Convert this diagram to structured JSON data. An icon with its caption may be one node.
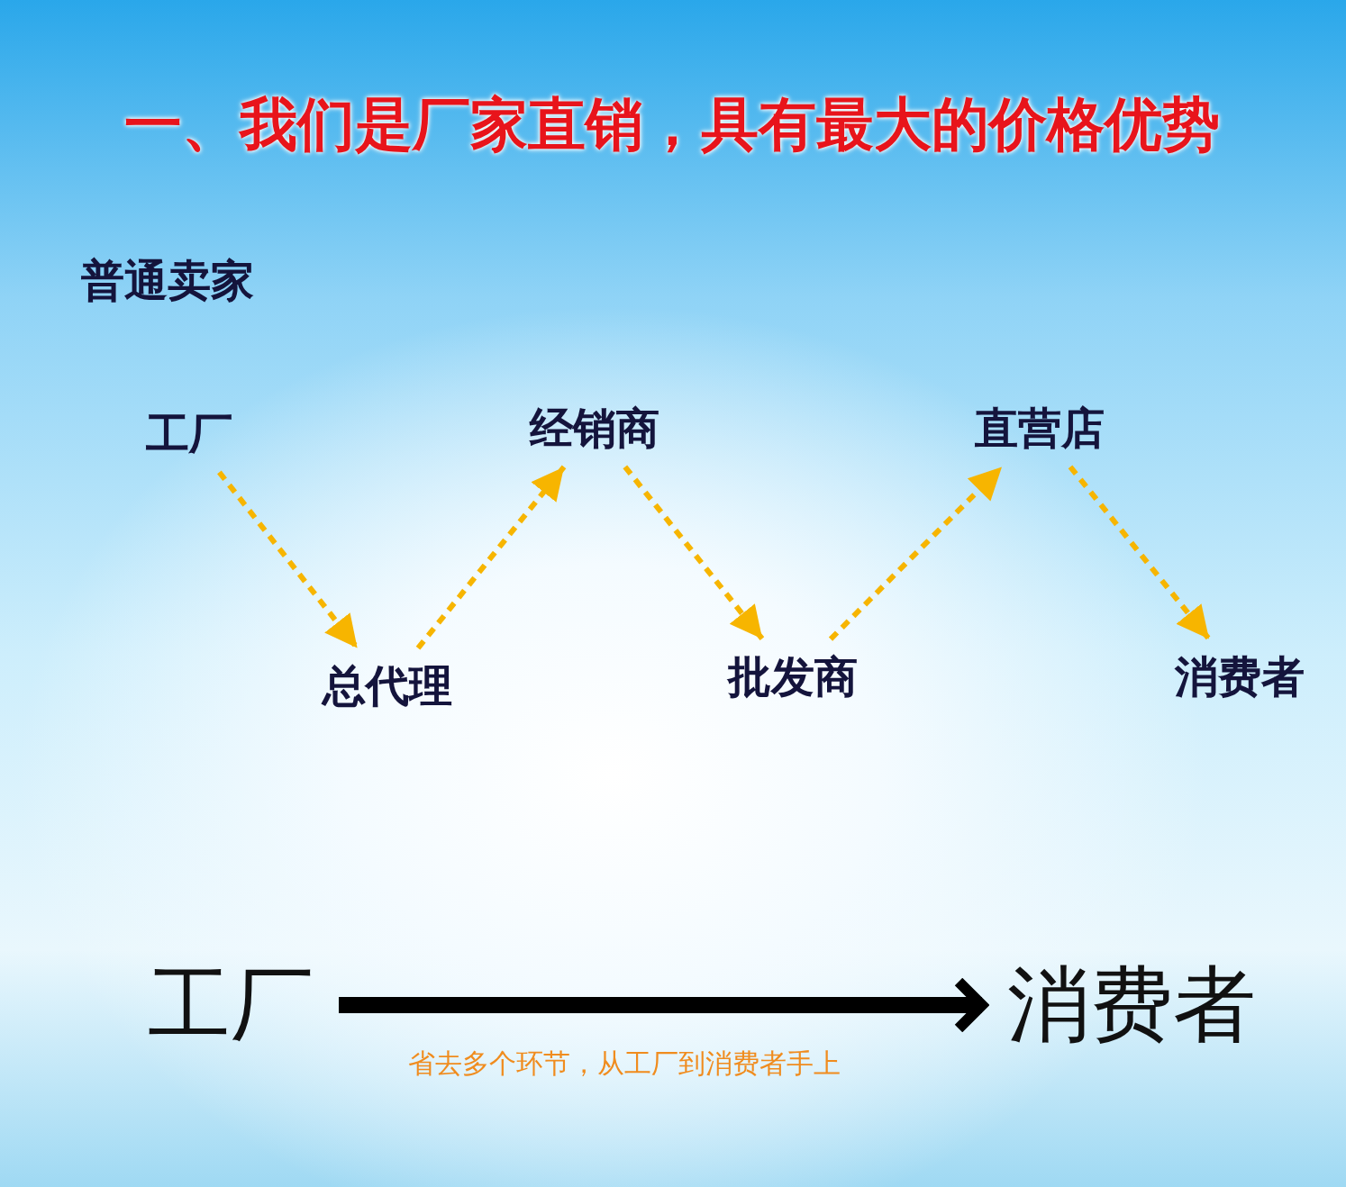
{
  "diagram": {
    "title": "一、我们是厂家直销，具有最大的价格优势",
    "nodes": [
      {
        "text": [
          "工厂"
        ]
      },
      {
        "text": [
          "总代理"
        ]
      },
      {
        "text": [
          "经销商"
        ]
      },
      {
        "text": [
          "批发商"
        ]
      },
      {
        "text": [
          "直营店"
        ]
      },
      {
        "text": [
          "消费者"
        ]
      },
      {
        "text": [
          "工厂"
        ]
      },
      {
        "text": [
          "消费者"
        ]
      }
    ],
    "edges": [
      {
        "from": 0,
        "to": 1,
        "arrow": "to",
        "style": "dashed"
      },
      {
        "from": 1,
        "to": 2,
        "arrow": "to",
        "style": "dashed"
      },
      {
        "from": 2,
        "to": 3,
        "arrow": "to",
        "style": "dashed"
      },
      {
        "from": 3,
        "to": 4,
        "arrow": "to",
        "style": "dashed"
      },
      {
        "from": 4,
        "to": 5,
        "arrow": "to",
        "style": "dashed"
      },
      {
        "from": 6,
        "to": 7,
        "arrow": "to",
        "style": "thick",
        "color": "#000000",
        "label": "省去多个环节，从工厂到消费者手上"
      }
    ],
    "labels": [
      "普通卖家"
    ]
  }
}
